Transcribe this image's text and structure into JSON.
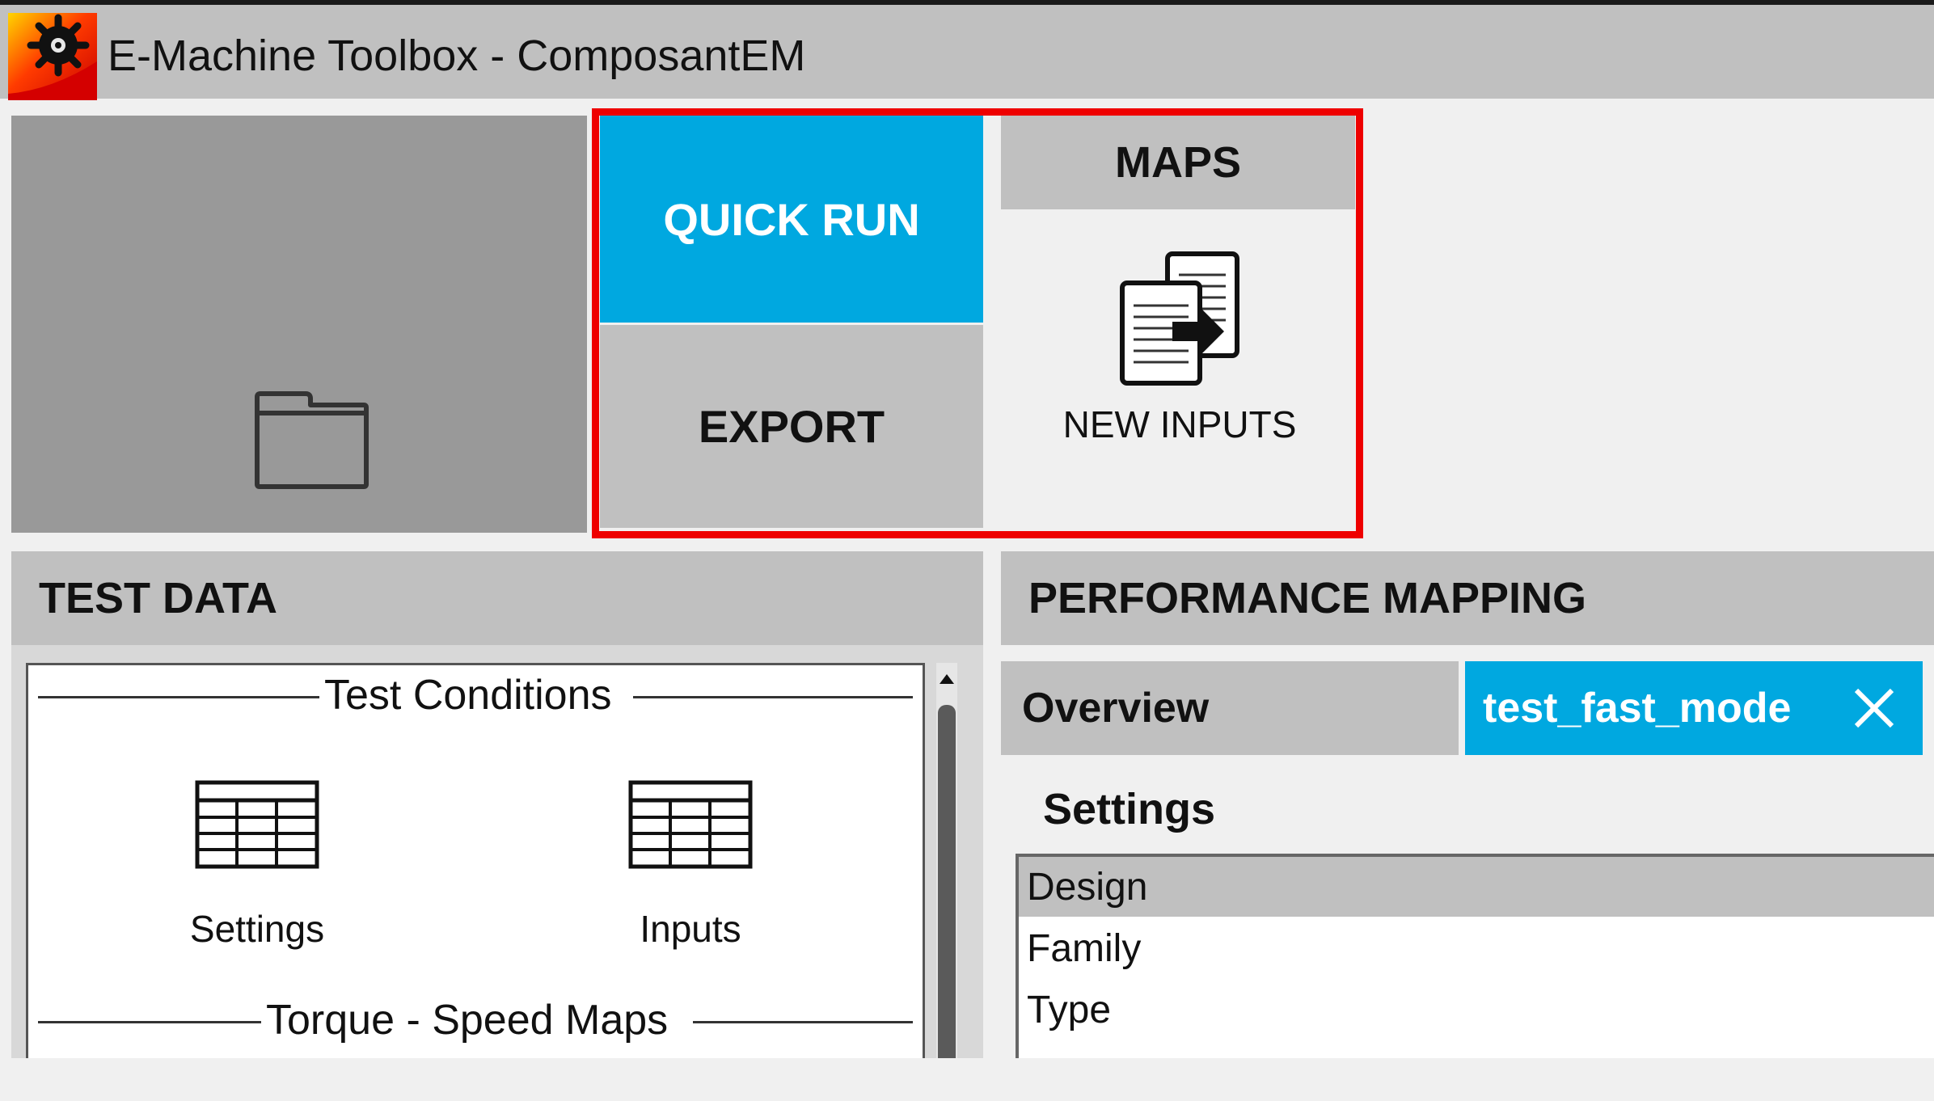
{
  "window": {
    "title": "E-Machine Toolbox - ComposantEM"
  },
  "toolbar": {
    "quick_run_label": "QUICK RUN",
    "export_label": "EXPORT",
    "maps_label": "MAPS",
    "new_inputs_label": "NEW INPUTS"
  },
  "test_data": {
    "header": "TEST DATA",
    "groups": [
      {
        "title": "Test Conditions",
        "items": [
          "Settings",
          "Inputs"
        ]
      },
      {
        "title": "Torque - Speed Maps"
      }
    ]
  },
  "performance_mapping": {
    "header": "PERFORMANCE MAPPING",
    "tabs": [
      {
        "label": "Overview",
        "active": false
      },
      {
        "label": "test_fast_mode",
        "active": true,
        "closable": true
      }
    ],
    "settings_title": "Settings",
    "settings_rows": [
      "Design",
      "Family",
      "Type"
    ]
  },
  "colors": {
    "accent": "#00a8e0",
    "highlight": "#ee0000",
    "panel_gray": "#c0c0c0",
    "tile_dark_gray": "#999999"
  },
  "icons": {
    "app": "emachine-logo-icon",
    "open": "folder-icon",
    "new_inputs": "documents-arrow-icon",
    "table": "table-icon",
    "close": "close-icon"
  }
}
